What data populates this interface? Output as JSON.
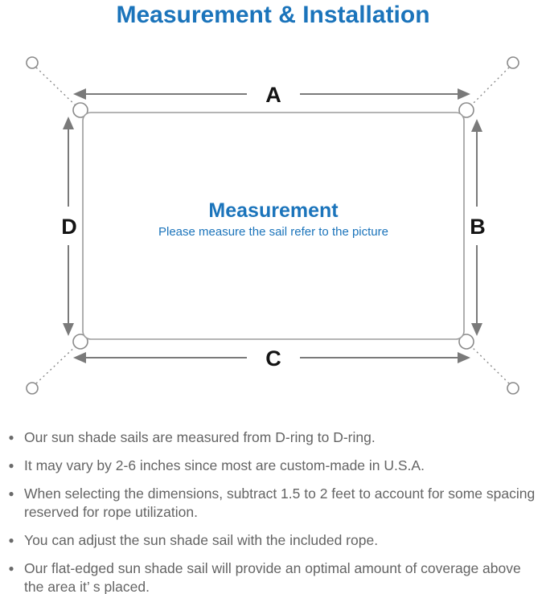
{
  "title": "Measurement & Installation",
  "bullet_glyph": "●",
  "diagram": {
    "center_title": "Measurement",
    "center_subtitle": "Please measure the sail refer to the picture",
    "labels": {
      "top": "A",
      "right": "B",
      "bottom": "C",
      "left": "D"
    }
  },
  "bullets": [
    "Our sun shade sails are measured from D-ring to D-ring.",
    "It may vary by 2-6 inches since most are custom-made in U.S.A.",
    "When selecting the dimensions, subtract 1.5 to 2 feet to account for some spacing reserved for rope utilization.",
    "You can adjust the sun shade sail with the included rope.",
    "Our flat-edged sun shade sail will provide an optimal amount of coverage above the area it’ s placed."
  ],
  "colors": {
    "accent_blue": "#1b74bb",
    "line_gray": "#9b9b9b",
    "arrow_gray": "#7a7a7a",
    "text_gray": "#646464"
  }
}
